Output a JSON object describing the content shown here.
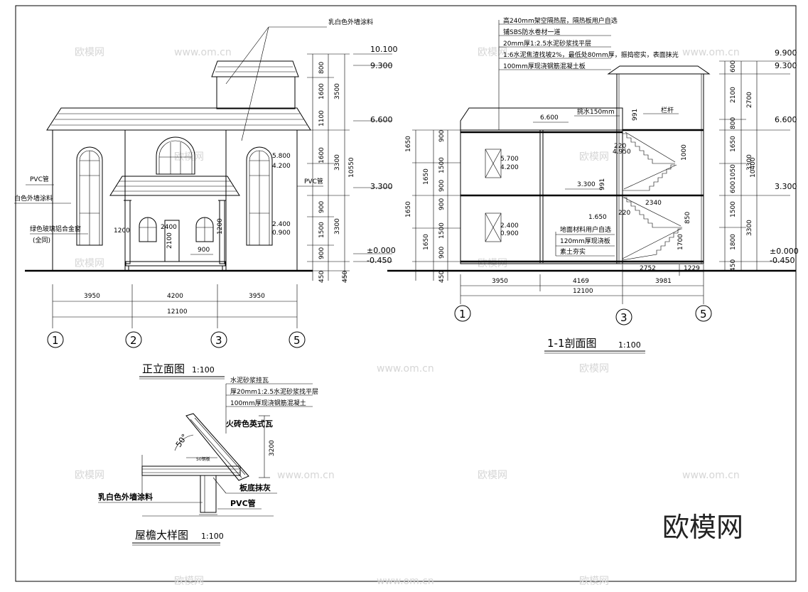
{
  "watermark": {
    "logo": "欧模网",
    "site": "www.om.cn",
    "brand": "欧模网"
  },
  "elevation": {
    "title": "正立面图",
    "scale": "1:100",
    "labels": {
      "wall_coating": "乳白色外墙涂料",
      "pvc_left": "PVC管",
      "wall_coating_left": "白色外墙涂料",
      "window_note": "绿色玻璃铝合金窗",
      "window_note2": "(全同)",
      "pvc_right": "PVC管"
    },
    "levels": [
      "10.100",
      "9.300",
      "6.600",
      "3.300",
      "±0.000",
      "-0.450"
    ],
    "window_levels": [
      "5.800",
      "4.200",
      "2.400",
      "0.900"
    ],
    "door_dims": [
      "1200",
      "2400",
      "2100",
      "900",
      "1200"
    ],
    "vertical_dims_outer": [
      "800",
      "1600",
      "3500",
      "1100",
      "1600",
      "3300",
      "900",
      "1500",
      "3300",
      "900",
      "450"
    ],
    "total_height": "10550",
    "total_height_low": "450",
    "horizontal_dims": [
      "3950",
      "4200",
      "3950"
    ],
    "total_width": "12100",
    "axes": [
      "1",
      "2",
      "3",
      "5"
    ]
  },
  "section": {
    "title": "1-1剖面图",
    "scale": "1:100",
    "roof_notes": [
      "高240mm架空隔热层，隔热板用户自选",
      "铺SBS防水卷材一道",
      "20mm厚1:2.5水泥砂浆找平层",
      "1:6水泥焦渣找坡2%，最低处80mm厚，振捣密实，表面抹光",
      "100mm厚现浇钢筋混凝土板"
    ],
    "levels_right": [
      "9.900",
      "9.300",
      "6.600",
      "3.300",
      "±0.000",
      "-0.450"
    ],
    "inner_levels": [
      "6.600",
      "5.700",
      "4.200",
      "3.300",
      "1.650",
      "2.400",
      "0.900",
      "4.950"
    ],
    "notes": [
      "挑水150mm",
      "栏杆",
      "地面材料用户自选",
      "120mm厚现浇板",
      "素土夯实"
    ],
    "stair_dims": [
      "220",
      "220",
      "2340",
      "991",
      "991",
      "1000",
      "850",
      "1700"
    ],
    "left_dims": [
      "1650",
      "1650",
      "1650",
      "1650",
      "900",
      "1500",
      "900",
      "900",
      "1500",
      "900",
      "450"
    ],
    "right_dims": [
      "600",
      "2100",
      "2700",
      "800",
      "1650",
      "3300",
      "1050",
      "600",
      "1500",
      "3300",
      "1800",
      "450"
    ],
    "total_height": "10400",
    "horizontal_dims": [
      "3950",
      "4169",
      "3981"
    ],
    "bottom_dims": [
      "2752",
      "1229"
    ],
    "total_width": "12100",
    "axes": [
      "1",
      "3",
      "5"
    ]
  },
  "eave": {
    "title": "屋檐大样图",
    "scale": "1:100",
    "notes": [
      "水泥砂浆挂瓦",
      "厚20mm1:2.5水泥砂浆找平层",
      "100mm厚现浇钢筋混凝土"
    ],
    "tile": "火砖色英式瓦",
    "angle": "50°",
    "height": "3200",
    "wall_coating": "乳白色外墙涂料",
    "soffit": "板底抹灰",
    "pvc": "PVC管",
    "small_label": "50钢板"
  }
}
